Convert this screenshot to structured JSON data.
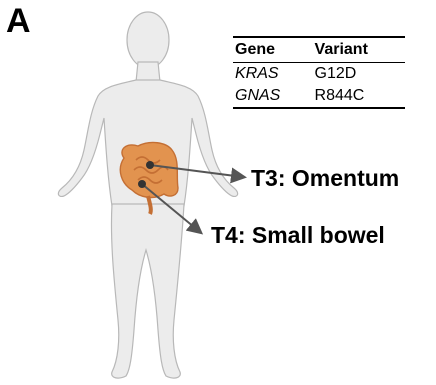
{
  "panel_label": "A",
  "variant_table": {
    "headers": [
      "Gene",
      "Variant"
    ],
    "rows": [
      {
        "gene": "KRAS",
        "variant": "G12D"
      },
      {
        "gene": "GNAS",
        "variant": "R844C"
      }
    ]
  },
  "sites": {
    "t3": "T3: Omentum",
    "t4": "T4: Small bowel"
  },
  "colors": {
    "body_fill": "#ececec",
    "body_outline": "#b8b8b8",
    "organ": "#e2934f",
    "arrow": "#555555"
  }
}
